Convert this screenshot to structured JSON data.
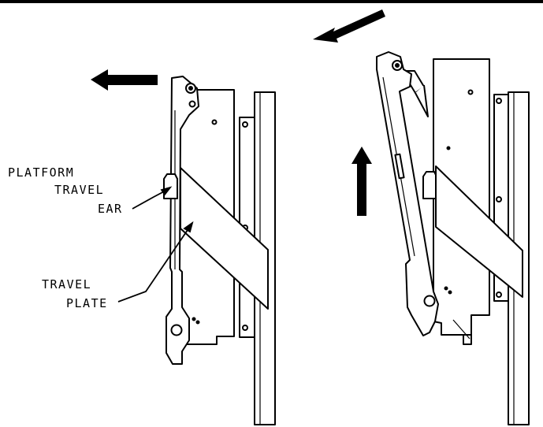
{
  "labels": {
    "platform_line1": "PLATFORM",
    "platform_line2": "TRAVEL",
    "platform_line3": "EAR",
    "travel_line1": "TRAVEL",
    "travel_line2": "PLATE"
  },
  "colors": {
    "ink": "#000000",
    "paper": "#ffffff"
  }
}
